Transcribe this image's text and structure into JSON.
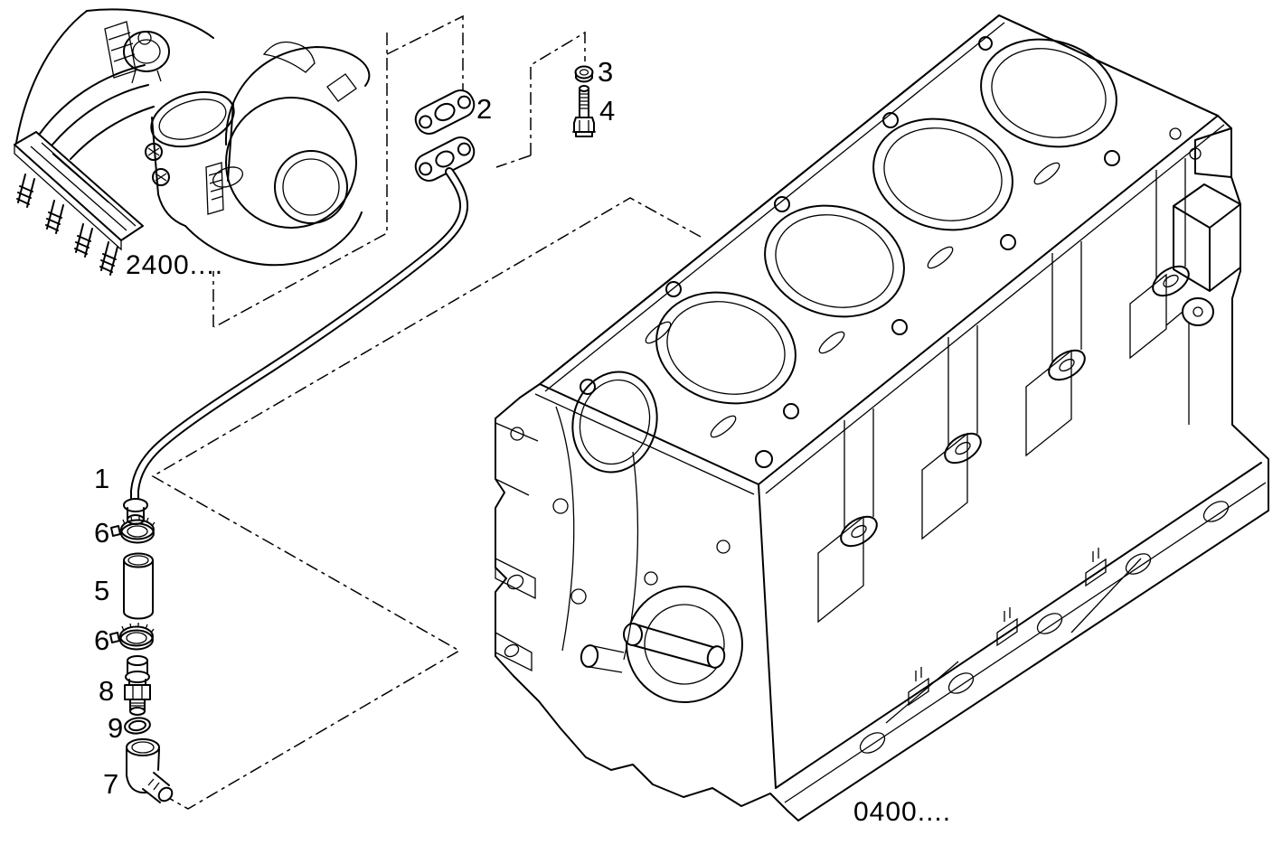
{
  "diagram": {
    "background_color": "#ffffff",
    "line_color": "#000000",
    "refs": {
      "turbocharger": "2400....",
      "engine_block": "0400...."
    },
    "callouts": {
      "c1": "1",
      "c2": "2",
      "c3": "3",
      "c4": "4",
      "c5": "5",
      "c6a": "6",
      "c6b": "6",
      "c7": "7",
      "c8": "8",
      "c9": "9"
    }
  }
}
